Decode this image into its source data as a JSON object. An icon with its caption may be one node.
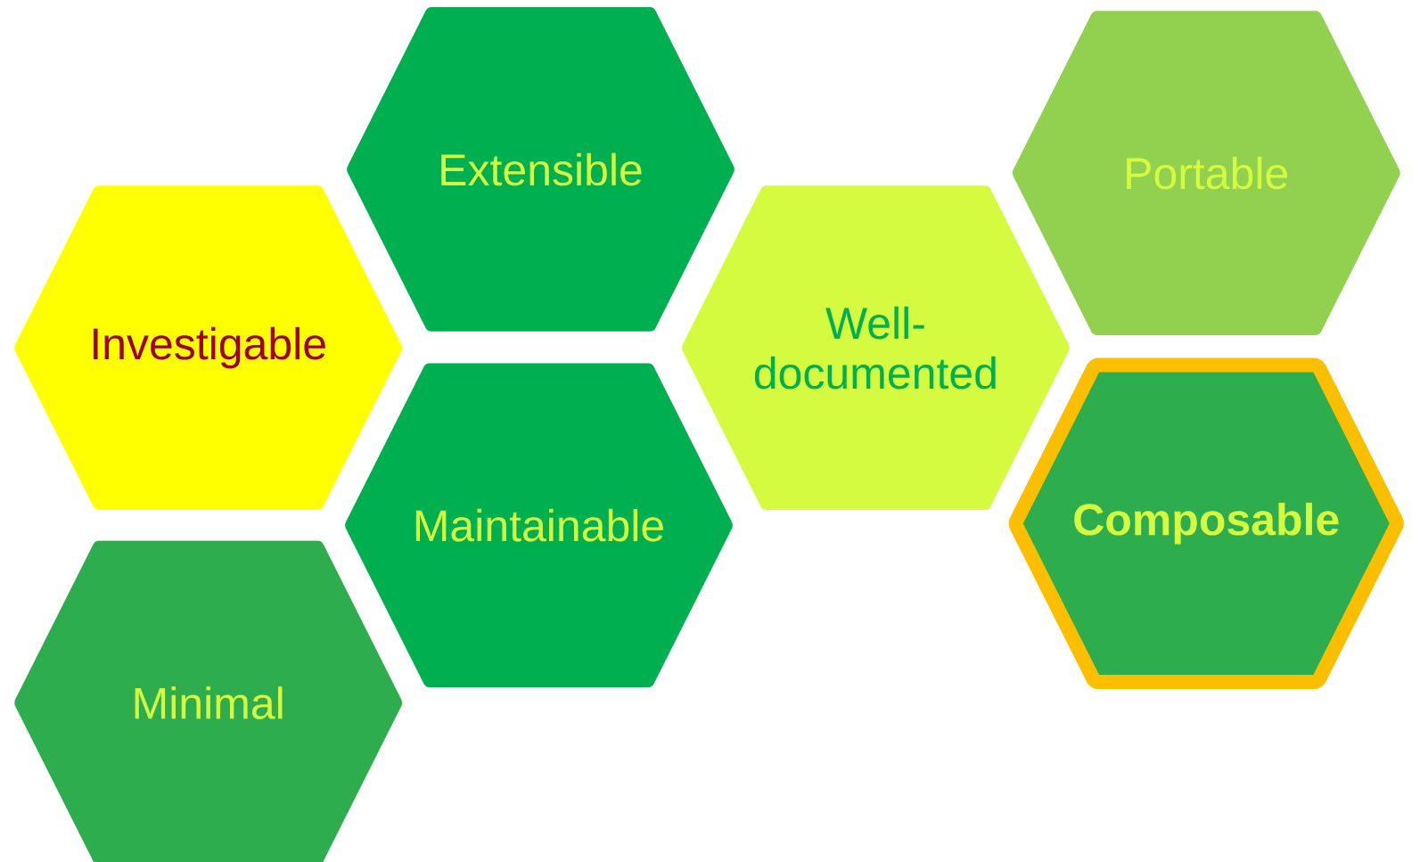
{
  "diagram": {
    "nodes": [
      {
        "text": [
          "Extensible"
        ]
      },
      {
        "text": [
          "Portable"
        ]
      },
      {
        "text": [
          "Investigable"
        ]
      },
      {
        "text": [
          "Well-documented"
        ]
      },
      {
        "text": [
          "Maintainable"
        ]
      },
      {
        "text": [
          "Composable"
        ]
      },
      {
        "text": [
          "Minimal"
        ]
      }
    ]
  }
}
